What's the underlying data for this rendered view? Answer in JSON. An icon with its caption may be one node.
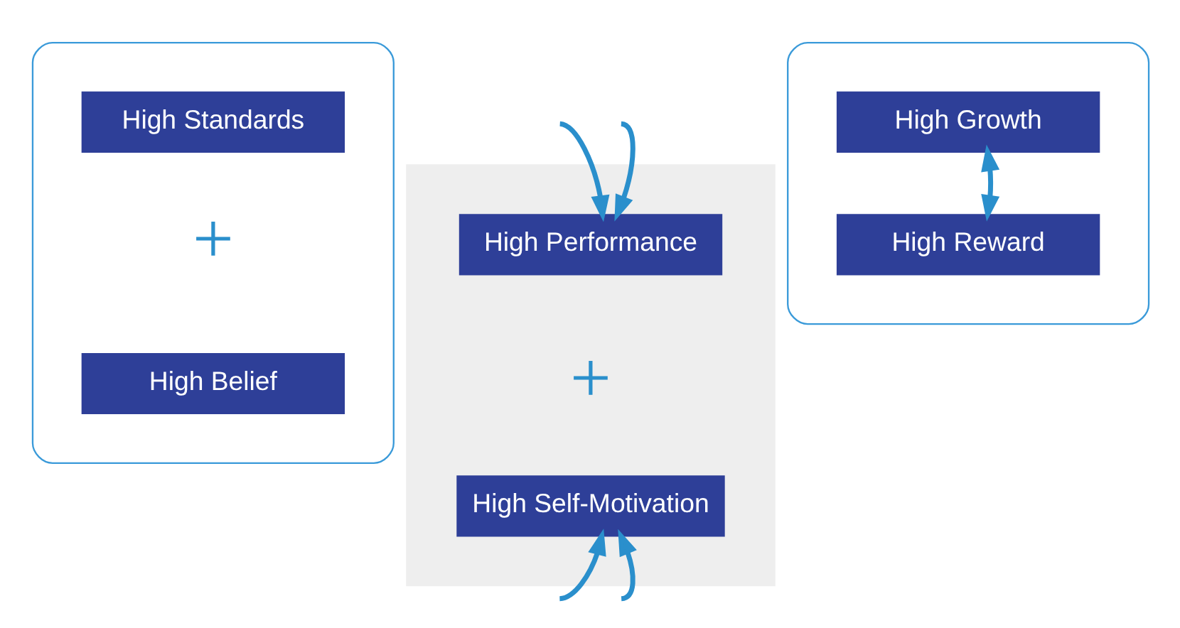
{
  "diagram": {
    "nodes": [
      {
        "text": [],
        "shape": "box"
      },
      {
        "text": [
          "High Standards"
        ],
        "in": 0
      },
      {
        "text": [
          "High Belief"
        ],
        "in": 0
      },
      {
        "text": [],
        "shape": "box"
      },
      {
        "text": [
          "High Performance"
        ],
        "in": 3
      },
      {
        "text": [
          "High Self-Motivation"
        ],
        "in": 3
      },
      {
        "text": [],
        "shape": "box"
      },
      {
        "text": [
          "High Growth"
        ],
        "in": 6
      },
      {
        "text": [
          "High Reward"
        ],
        "in": 6
      }
    ],
    "edges": [
      {
        "from": null,
        "to": 4,
        "arrow": "to"
      },
      {
        "from": null,
        "to": 4,
        "arrow": "to"
      },
      {
        "from": null,
        "to": 5,
        "arrow": "to"
      },
      {
        "from": null,
        "to": 5,
        "arrow": "to"
      },
      {
        "from": 7,
        "to": 8,
        "arrow": "both"
      }
    ],
    "labels": [
      "+",
      "+"
    ]
  }
}
